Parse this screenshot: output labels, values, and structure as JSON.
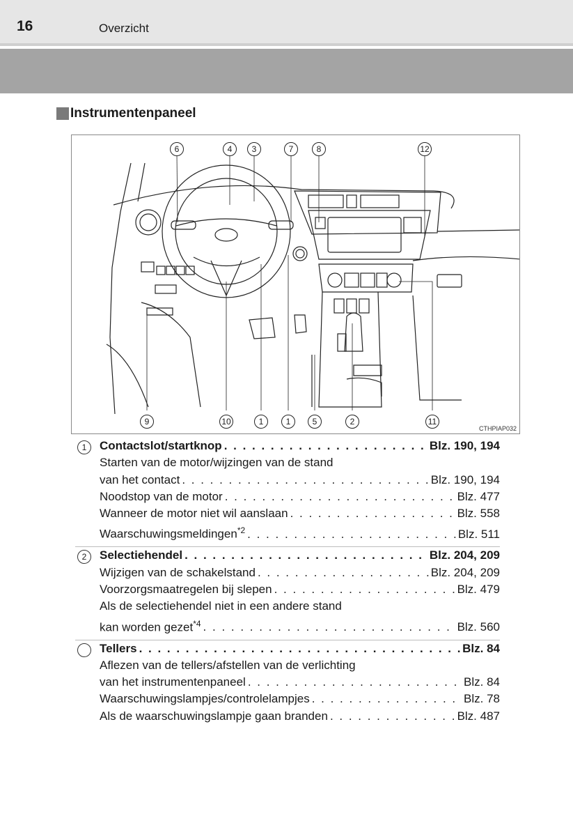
{
  "header": {
    "page_number": "16",
    "section": "Overzicht"
  },
  "title": "Instrumentenpaneel",
  "figure": {
    "code": "CTHPIAP032",
    "callouts_top": [
      "6",
      "4",
      "3",
      "7",
      "8",
      "12"
    ],
    "callouts_bottom": [
      "9",
      "10",
      "1",
      "1",
      "5",
      "2",
      "11"
    ]
  },
  "entries": [
    {
      "number": "1",
      "lines": [
        {
          "label": "Contactslot/startknop",
          "sup": "",
          "page": "Blz. 190, 194",
          "bold": true
        },
        {
          "label": "Starten van de motor/wijzingen van de stand",
          "sup": "",
          "page": "",
          "bold": false
        },
        {
          "label": "van het contact",
          "sup": "",
          "page": "Blz. 190, 194",
          "bold": false
        },
        {
          "label": "Noodstop van de motor",
          "sup": "",
          "page": "Blz. 477",
          "bold": false
        },
        {
          "label": "Wanneer de motor niet wil aanslaan",
          "sup": "",
          "page": "Blz. 558",
          "bold": false
        },
        {
          "label": "Waarschuwingsmeldingen",
          "sup": "*2",
          "page": "Blz. 511",
          "bold": false
        }
      ]
    },
    {
      "number": "2",
      "lines": [
        {
          "label": "Selectiehendel",
          "sup": "",
          "page": "Blz. 204, 209",
          "bold": true
        },
        {
          "label": "Wijzigen van de schakelstand",
          "sup": "",
          "page": "Blz. 204, 209",
          "bold": false
        },
        {
          "label": "Voorzorgsmaatregelen bij slepen",
          "sup": "",
          "page": "Blz. 479",
          "bold": false
        },
        {
          "label": "Als de selectiehendel niet in een andere stand",
          "sup": "",
          "page": "",
          "bold": false
        },
        {
          "label": "kan worden gezet",
          "sup": "*4",
          "page": "Blz. 560",
          "bold": false
        }
      ]
    },
    {
      "number": "",
      "lines": [
        {
          "label": "Tellers",
          "sup": "",
          "page": "Blz. 84",
          "bold": true
        },
        {
          "label": "Aflezen van de tellers/afstellen van de verlichting",
          "sup": "",
          "page": "",
          "bold": false
        },
        {
          "label": "van het instrumentenpaneel",
          "sup": "",
          "page": "Blz. 84",
          "bold": false
        },
        {
          "label": "Waarschuwingslampjes/controlelampjes",
          "sup": "",
          "page": "Blz. 78",
          "bold": false
        },
        {
          "label": "Als de waarschuwingslampje gaan branden",
          "sup": "",
          "page": "Blz. 487",
          "bold": false
        }
      ]
    }
  ]
}
